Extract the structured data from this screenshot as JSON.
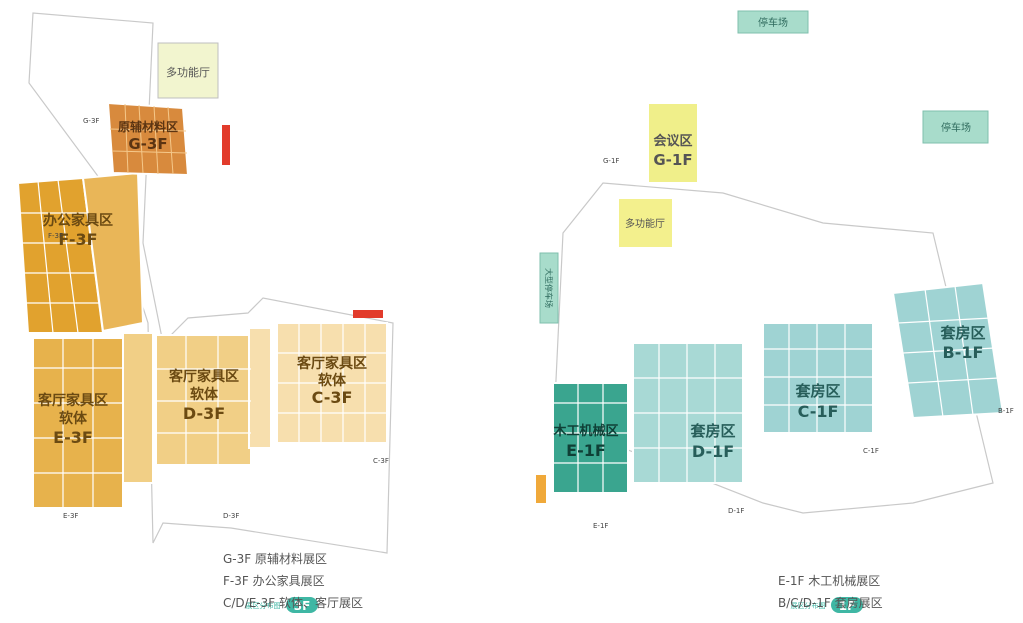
{
  "floor_3f": {
    "badge": "3F",
    "badge_tag": "展区分布图",
    "legend": [
      "C/D/E-3F  软体、客厅展区",
      "F-3F  办公家具展区",
      "G-3F  原辅材料展区"
    ],
    "zones": {
      "g": [
        "G-3F",
        "原辅材料区"
      ],
      "f": [
        "F-3F",
        "办公家具区"
      ],
      "e": [
        "E-3F",
        "软体",
        "客厅家具区"
      ],
      "d": [
        "D-3F",
        "软体",
        "客厅家具区"
      ],
      "c": [
        "C-3F",
        "软体",
        "客厅家具区"
      ],
      "meeting": "多功能厅"
    },
    "entrances": [
      "G-3F",
      "F-3F",
      "E-3F",
      "D-3F",
      "C-3F"
    ]
  },
  "floor_1f": {
    "badge": "1F",
    "badge_tag": "展区分布图",
    "legend": [
      "B/C/D-1F  套房展区",
      "E-1F  木工机械展区"
    ],
    "zones": {
      "b": [
        "B-1F",
        "套房区"
      ],
      "c": [
        "C-1F",
        "套房区"
      ],
      "d": [
        "D-1F",
        "套房区"
      ],
      "e": [
        "E-1F",
        "木工机械区"
      ],
      "g": [
        "G-1F",
        "会议区"
      ],
      "hall": "多功能厅"
    },
    "parking": [
      "停车场",
      "停车场",
      "大型停车场"
    ],
    "entrances": [
      "G-1F",
      "B-1F",
      "C-1F",
      "D-1F",
      "E-1F"
    ]
  }
}
